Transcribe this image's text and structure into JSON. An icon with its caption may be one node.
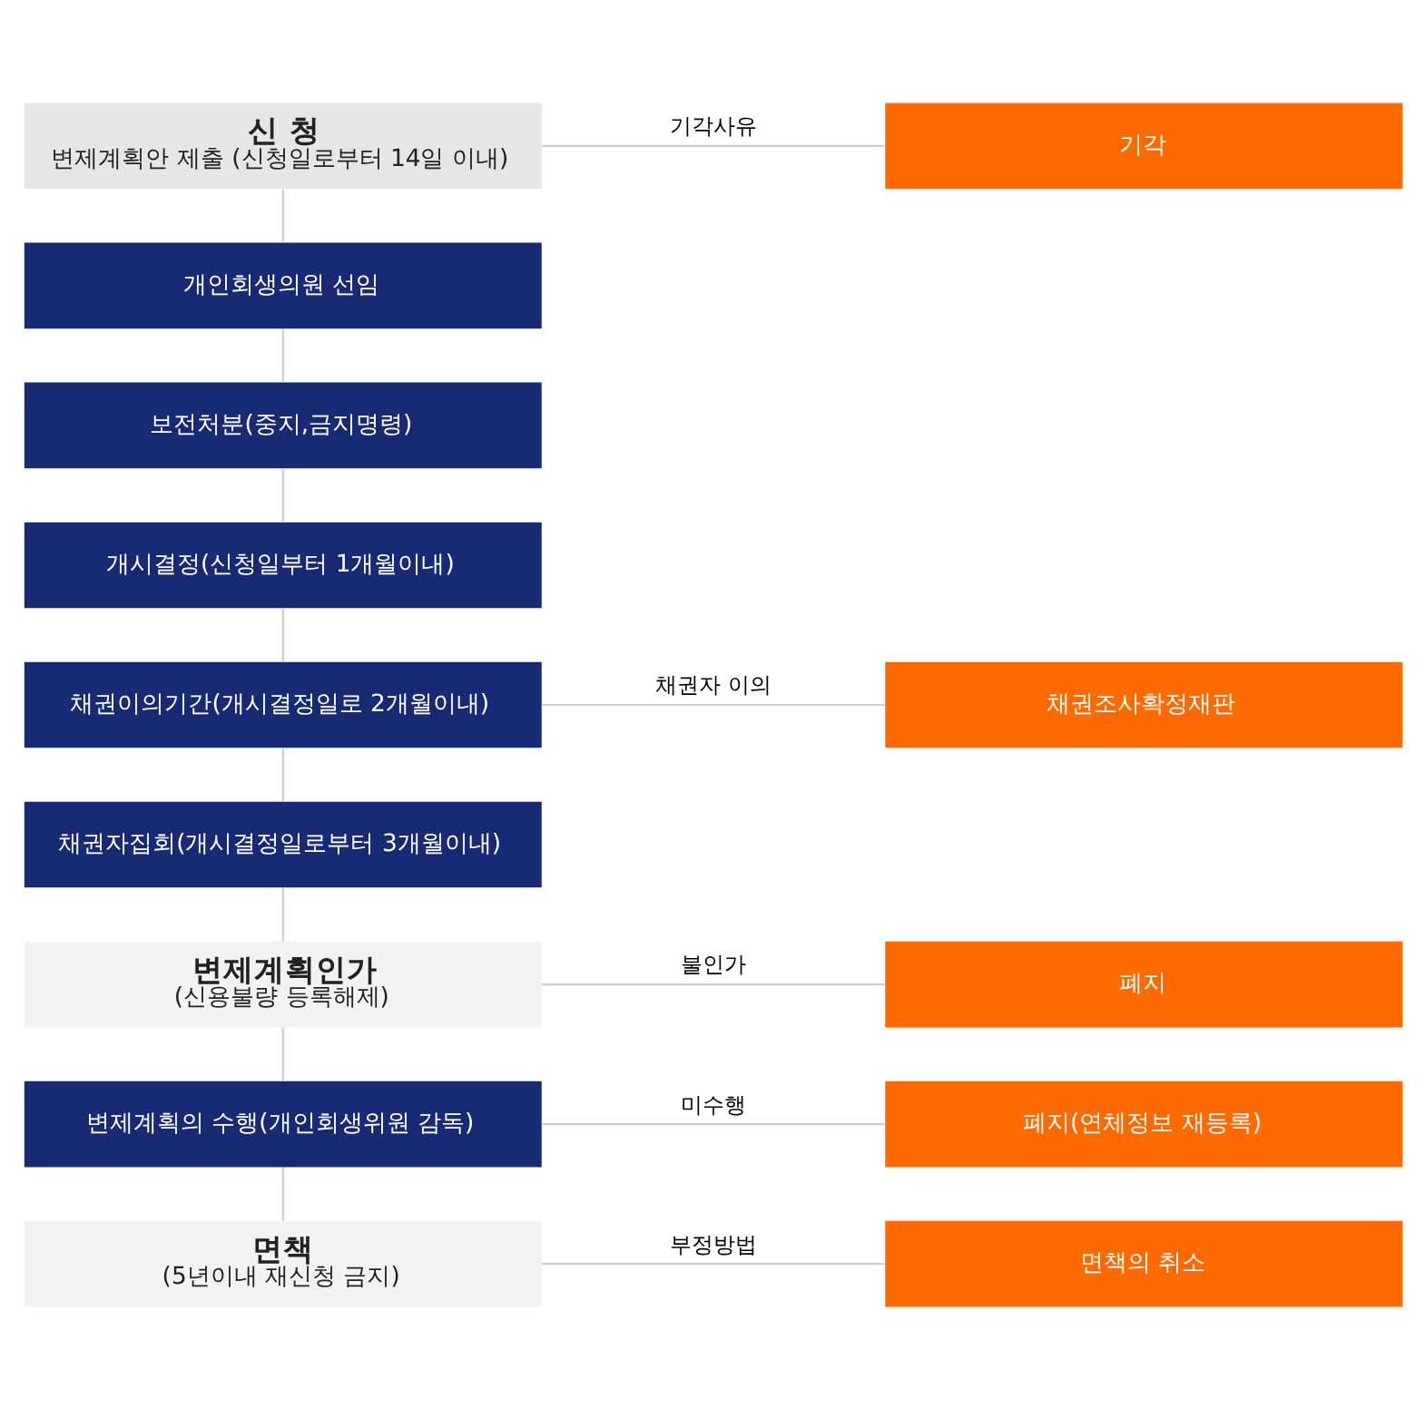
{
  "diagram": {
    "nodes": [
      {
        "text": [
          "신 청",
          "변제계획안 제출 (신청일로부터 14일 이내)"
        ]
      },
      {
        "text": [
          "기각"
        ]
      },
      {
        "text": [
          "개인회생의원 선임"
        ]
      },
      {
        "text": [
          "보전처분(중지,금지명령)"
        ]
      },
      {
        "text": [
          "개시결정(신청일부터 1개월이내)"
        ]
      },
      {
        "text": [
          "채권이의기간(개시결정일로 2개월이내)"
        ]
      },
      {
        "text": [
          "채권조사확정재판"
        ]
      },
      {
        "text": [
          "채권자집회(개시결정일로부터 3개월이내)"
        ]
      },
      {
        "text": [
          "변제계획인가",
          "(신용불량 등록해제)"
        ]
      },
      {
        "text": [
          "폐지"
        ]
      },
      {
        "text": [
          "변제계획의 수행(개인회생위원 감독)"
        ]
      },
      {
        "text": [
          "폐지(연체정보 재등록)"
        ]
      },
      {
        "text": [
          "면책",
          "(5년이내 재신청 금지)"
        ]
      },
      {
        "text": [
          "면책의 취소"
        ]
      }
    ],
    "edges": [
      {
        "from": 0,
        "to": 1,
        "arrow": "none",
        "label": "기각사유"
      },
      {
        "from": 0,
        "to": 2,
        "arrow": "none"
      },
      {
        "from": 2,
        "to": 3,
        "arrow": "none"
      },
      {
        "from": 3,
        "to": 4,
        "arrow": "none"
      },
      {
        "from": 4,
        "to": 5,
        "arrow": "none"
      },
      {
        "from": 5,
        "to": 6,
        "arrow": "none",
        "label": "채권자 이의"
      },
      {
        "from": 5,
        "to": 7,
        "arrow": "none"
      },
      {
        "from": 7,
        "to": 8,
        "arrow": "none"
      },
      {
        "from": 8,
        "to": 9,
        "arrow": "none",
        "label": "불인가"
      },
      {
        "from": 8,
        "to": 10,
        "arrow": "none"
      },
      {
        "from": 10,
        "to": 11,
        "arrow": "none",
        "label": "미수행"
      },
      {
        "from": 10,
        "to": 12,
        "arrow": "none"
      },
      {
        "from": 12,
        "to": 13,
        "arrow": "none",
        "label": "부정방법"
      }
    ]
  }
}
